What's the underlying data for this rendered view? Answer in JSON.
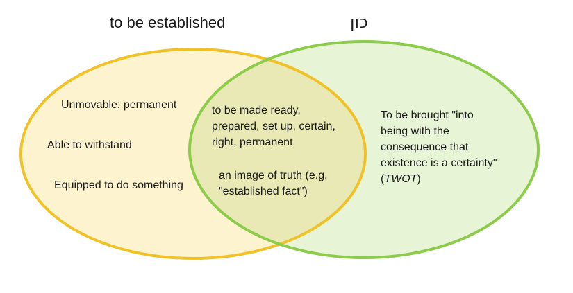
{
  "colors": {
    "left_fill": "#fdf3cf",
    "left_stroke": "#f0c228",
    "right_fill": "#e7f4d6",
    "right_stroke": "#8ccc4a",
    "overlap_fill": "#e8e9b4"
  },
  "titles": {
    "left": "to be established",
    "right": "כון"
  },
  "left_set": {
    "items": [
      "Unmovable; permanent",
      "Able to withstand",
      "Equipped to do something"
    ]
  },
  "overlap": {
    "block1": [
      "to be made ready,",
      "prepared, set up, certain,",
      "right, permanent"
    ],
    "block2": [
      "an image of truth (e.g.",
      "\"established fact\")"
    ]
  },
  "right_set": {
    "lines": [
      "To be brought \"into",
      "being with the",
      "consequence that",
      "existence is a certainty\""
    ],
    "source_open": "(",
    "source": "TWOT",
    "source_close": ")"
  }
}
